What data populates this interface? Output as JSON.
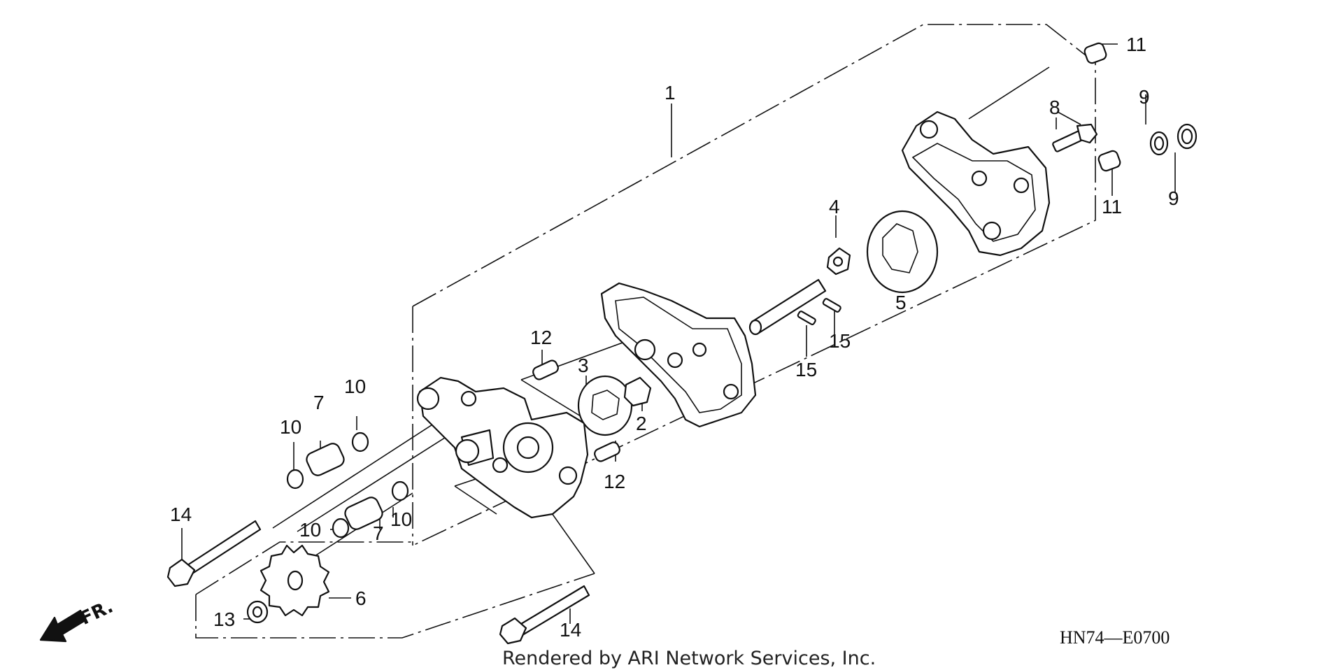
{
  "diagram": {
    "code": "HN74—E0700",
    "credit": "Rendered by ARI Network Services, Inc.",
    "front_marker": "FR.",
    "callouts": {
      "c1": "1",
      "c2": "2",
      "c3": "3",
      "c4": "4",
      "c5": "5",
      "c6": "6",
      "c7a": "7",
      "c7b": "7",
      "c8": "8",
      "c9a": "9",
      "c9b": "9",
      "c10a": "10",
      "c10b": "10",
      "c10c": "10",
      "c10d": "10",
      "c11a": "11",
      "c11b": "11",
      "c12a": "12",
      "c12b": "12",
      "c13": "13",
      "c14a": "14",
      "c14b": "14",
      "c15a": "15",
      "c15b": "15"
    }
  }
}
